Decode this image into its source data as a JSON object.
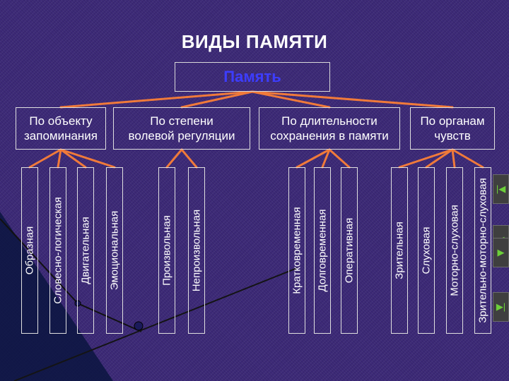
{
  "title": "ВИДЫ ПАМЯТИ",
  "root": "Память",
  "categories": [
    {
      "label": "По объекту\nзапоминания"
    },
    {
      "label": "По степени\nволевой регуляции"
    },
    {
      "label": "По длительности\nсохранения в памяти"
    },
    {
      "label": "По органам\nчувств"
    }
  ],
  "leaves": [
    "Образная",
    "Словесно-логическая",
    "Двигательная",
    "Эмоциональная",
    "Произвольная",
    "Непроизвольная",
    "Кратковременная",
    "Долговременная",
    "Оперативная",
    "Зрительная",
    "Слуховая",
    "Моторно-слуховая",
    "Зрительно-моторно-слуховая"
  ],
  "nav": {
    "icons": [
      "first-slide-icon",
      "prev-slide-icon",
      "next-slide-icon",
      "last-slide-icon"
    ]
  },
  "colors": {
    "background": "#3d2a78",
    "connector": "#f07a3a",
    "root_text": "#3d3dff",
    "nav_arrow": "#6ccf3a"
  }
}
